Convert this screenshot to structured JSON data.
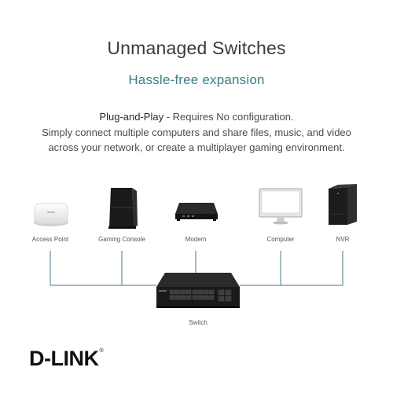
{
  "header": {
    "title": "Unmanaged Switches",
    "subtitle": "Hassle-free expansion"
  },
  "description": {
    "highlight": "Plug-and-Play",
    "line1_rest": " - Requires No configuration.",
    "line2": "Simply connect multiple computers and share files, music, and video",
    "line3": "across your network, or create a multiplayer gaming environment."
  },
  "devices": [
    {
      "label": "Access Point",
      "icon": "access-point-icon"
    },
    {
      "label": "Gaming Console",
      "icon": "gaming-console-icon"
    },
    {
      "label": "Modem",
      "icon": "modem-icon"
    },
    {
      "label": "Computer",
      "icon": "computer-monitor-icon"
    },
    {
      "label": "NVR",
      "icon": "nvr-icon"
    }
  ],
  "hub": {
    "label": "Switch",
    "icon": "network-switch-icon",
    "brand_text": "D-Link"
  },
  "brand": {
    "logo_text": "D-LINK",
    "registered_mark": "®"
  },
  "colors": {
    "accent": "#3d7f86",
    "wire": "#3d7f86",
    "text": "#333333"
  }
}
